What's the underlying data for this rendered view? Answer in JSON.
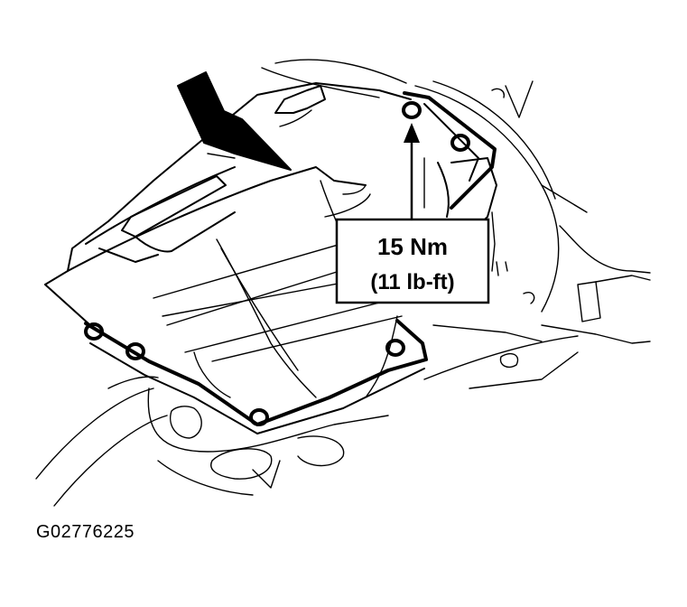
{
  "callout": {
    "torque_nm": "15 Nm",
    "torque_lbft": "(11 lb-ft)"
  },
  "figure_id": "G02776225"
}
